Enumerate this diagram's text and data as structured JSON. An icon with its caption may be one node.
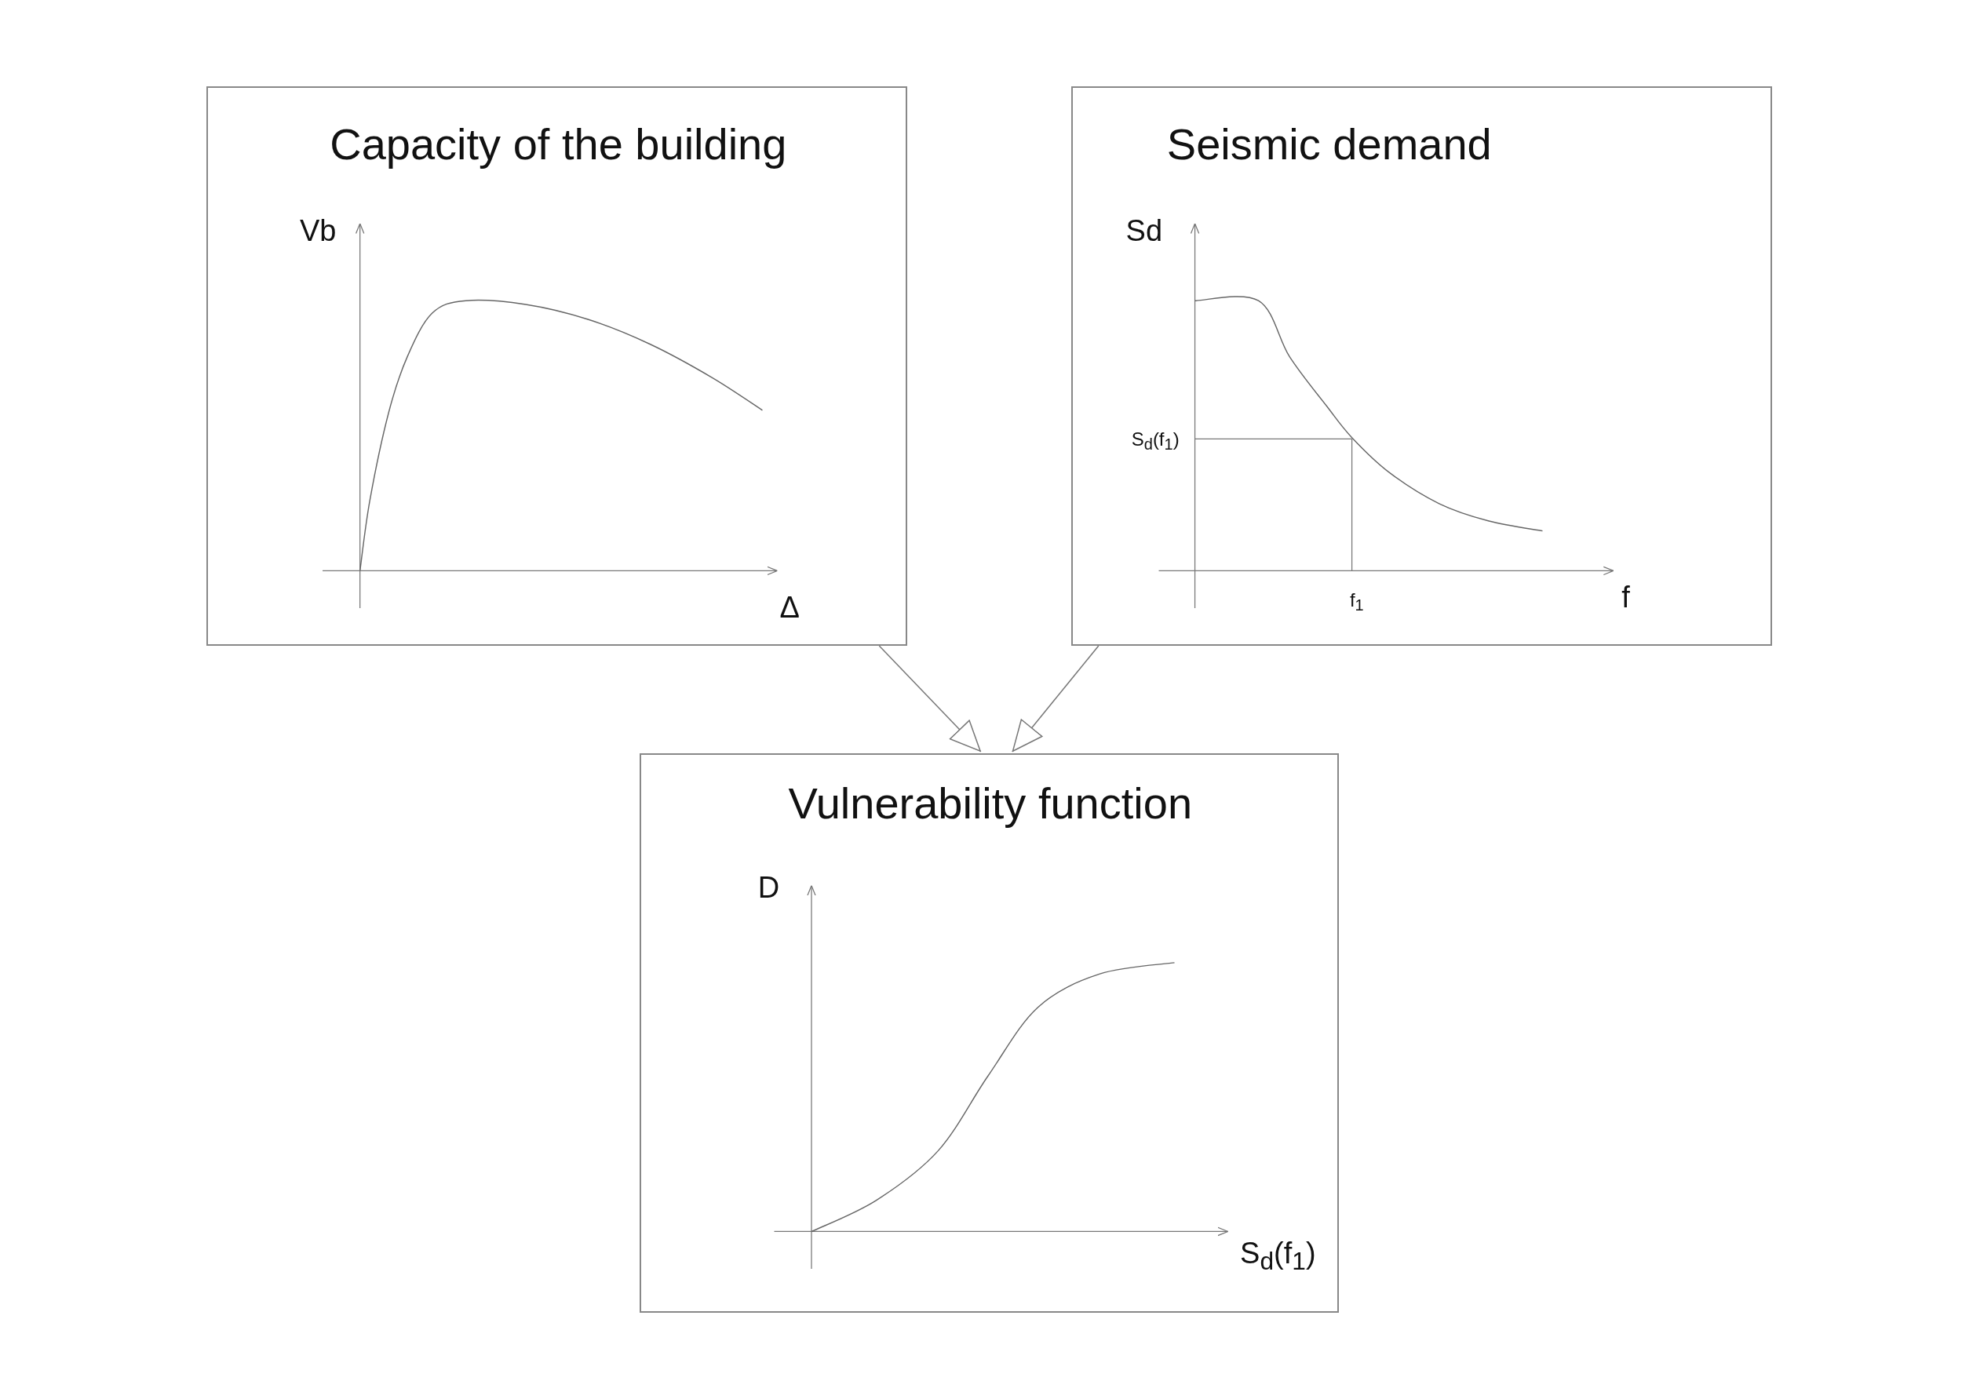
{
  "diagram": {
    "nodes": [
      {
        "text": [
          "Capacity of the building",
          "Vb",
          "Δ"
        ]
      },
      {
        "text": [
          "Seismic demand",
          "Sd",
          "S$_{d}$(f$_{1}$)",
          "f$_{1}$",
          "f"
        ]
      },
      {
        "text": [
          "Vulnerability function",
          "D",
          "S$_{d}$(f$_{1}$)"
        ]
      }
    ],
    "edges": [
      {
        "from": 0,
        "to": 2,
        "arrow": "to"
      },
      {
        "from": 1,
        "to": 2,
        "arrow": "to"
      }
    ]
  }
}
